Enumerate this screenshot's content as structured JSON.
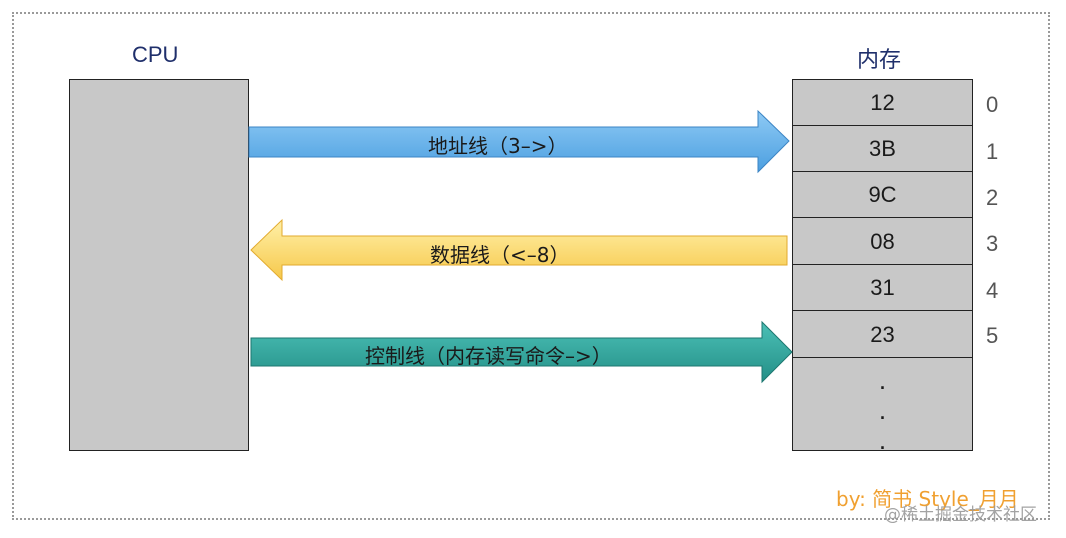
{
  "cpu": {
    "label": "CPU"
  },
  "memory": {
    "label": "内存",
    "cells": [
      "12",
      "3B",
      "9C",
      "08",
      "31",
      "23"
    ],
    "ellipsis": [
      ".",
      ".",
      "."
    ],
    "addresses": [
      "0",
      "1",
      "2",
      "3",
      "4",
      "5"
    ]
  },
  "buses": {
    "address": {
      "label": "地址线（3–>）",
      "direction": "cpu-to-memory",
      "color": "#6fb6ee"
    },
    "data": {
      "label": "数据线（<–8）",
      "direction": "memory-to-cpu",
      "color": "#fbd978"
    },
    "control": {
      "label": "控制线（内存读写命令–>）",
      "direction": "cpu-to-memory",
      "color": "#3aa8a0"
    }
  },
  "credit": "by: 简书 Style_月月",
  "watermark": "@稀土掘金技术社区"
}
